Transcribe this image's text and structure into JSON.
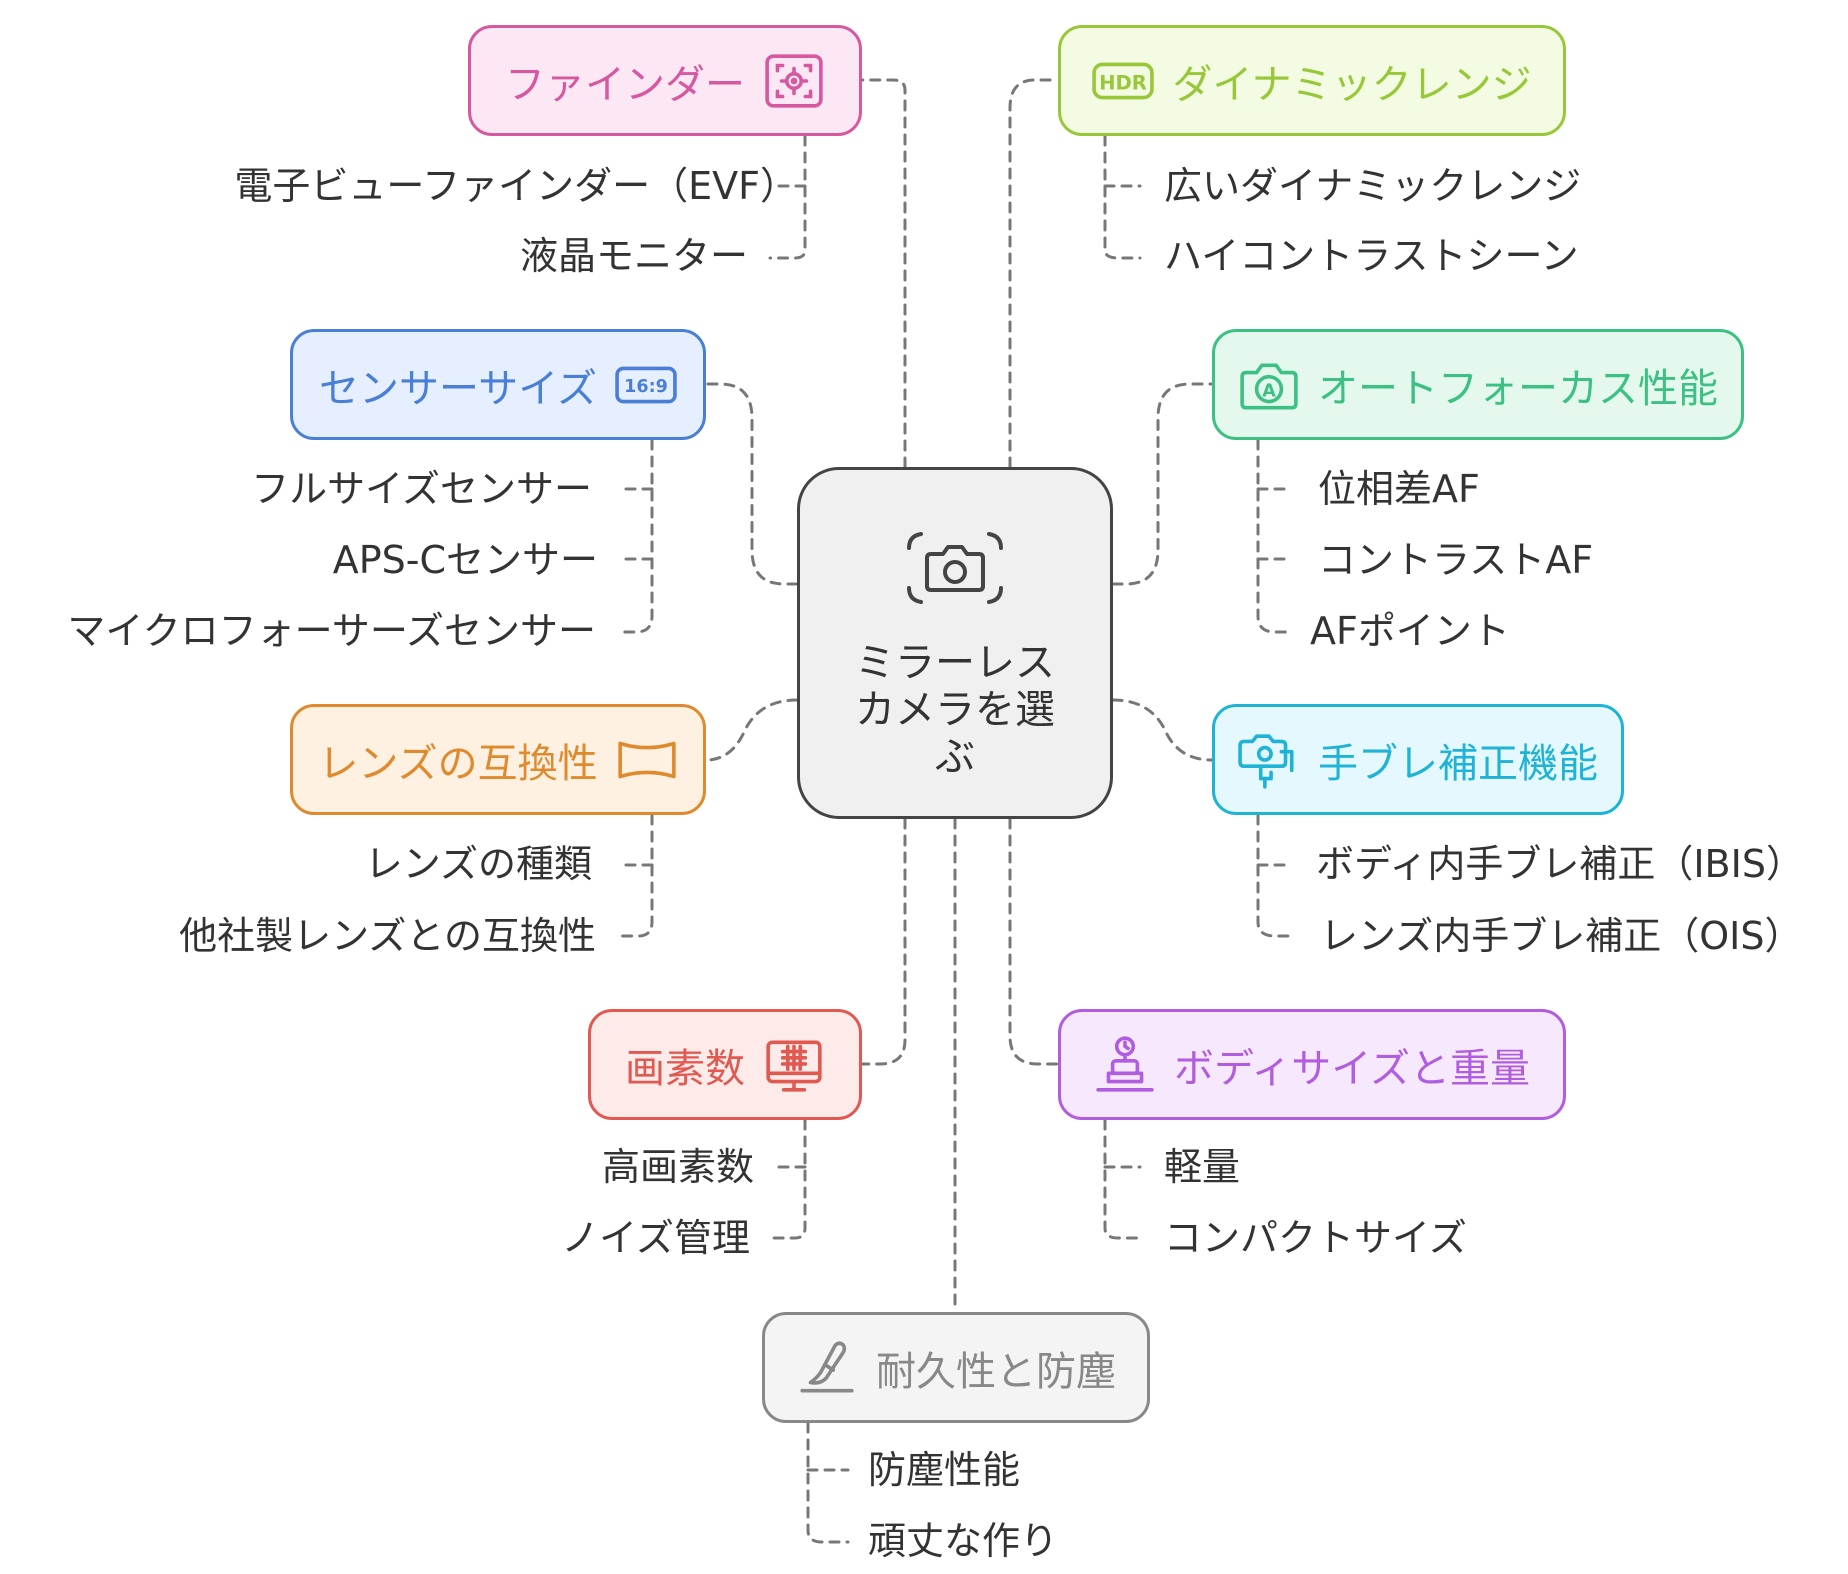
{
  "center": {
    "label": "ミラーレスカメラを選ぶ",
    "icon": "camera-focus-icon",
    "border_color": "#444444",
    "fill_color": "#f0f0f0"
  },
  "branches": [
    {
      "id": "finder",
      "label": "ファインダー",
      "icon": "viewfinder-icon",
      "color": "#d6589f",
      "fill": "#fce8f4",
      "items": [
        "電子ビューファインダー（EVF）",
        "液晶モニター"
      ]
    },
    {
      "id": "sensor",
      "label": "センサーサイズ",
      "icon": "aspect-ratio-16-9-icon",
      "icon_text": "16:9",
      "color": "#4a7fd6",
      "fill": "#e6efff",
      "items": [
        "フルサイズセンサー",
        "APS-Cセンサー",
        "マイクロフォーサーズセンサー"
      ]
    },
    {
      "id": "lens",
      "label": "レンズの互換性",
      "icon": "panorama-frame-icon",
      "color": "#e08a2e",
      "fill": "#fef1e2",
      "items": [
        "レンズの種類",
        "他社製レンズとの互換性"
      ]
    },
    {
      "id": "pixels",
      "label": "画素数",
      "icon": "image-sensor-chip-icon",
      "color": "#e05a52",
      "fill": "#fdebea",
      "items": [
        "高画素数",
        "ノイズ管理"
      ]
    },
    {
      "id": "durability",
      "label": "耐久性と防塵",
      "icon": "pen-writing-icon",
      "color": "#888888",
      "fill": "#f4f4f4",
      "items": [
        "防塵性能",
        "頑丈な作り"
      ]
    },
    {
      "id": "dynamic",
      "label": "ダイナミックレンジ",
      "icon": "hdr-icon",
      "icon_text": "HDR",
      "color": "#98c83a",
      "fill": "#f3fbe2",
      "items": [
        "広いダイナミックレンジ",
        "ハイコントラストシーン"
      ]
    },
    {
      "id": "af",
      "label": "オートフォーカス性能",
      "icon": "camera-auto-icon",
      "icon_text": "A",
      "color": "#3cc083",
      "fill": "#e5f8ee",
      "items": [
        "位相差AF",
        "コントラストAF",
        "AFポイント"
      ]
    },
    {
      "id": "stabilization",
      "label": "手ブレ補正機能",
      "icon": "camera-gimbal-icon",
      "color": "#1fb3d6",
      "fill": "#e5f8fd",
      "items": [
        "ボディ内手ブレ補正（IBIS）",
        "レンズ内手ブレ補正（OIS）"
      ]
    },
    {
      "id": "body",
      "label": "ボディサイズと重量",
      "icon": "scale-weight-icon",
      "color": "#b05de0",
      "fill": "#f7e9fd",
      "items": [
        "軽量",
        "コンパクトサイズ"
      ]
    }
  ]
}
